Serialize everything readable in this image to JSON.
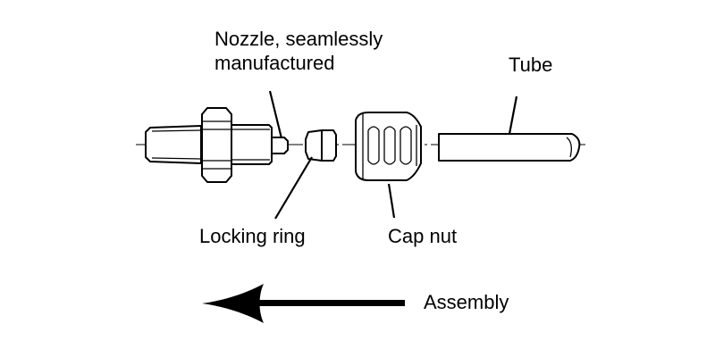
{
  "labels": {
    "nozzle_line1": "Nozzle, seamlessly",
    "nozzle_line2": "manufactured",
    "tube": "Tube",
    "locking_ring": "Locking ring",
    "cap_nut": "Cap nut",
    "assembly": "Assembly"
  },
  "colors": {
    "ink": "#000000",
    "background": "#ffffff"
  }
}
